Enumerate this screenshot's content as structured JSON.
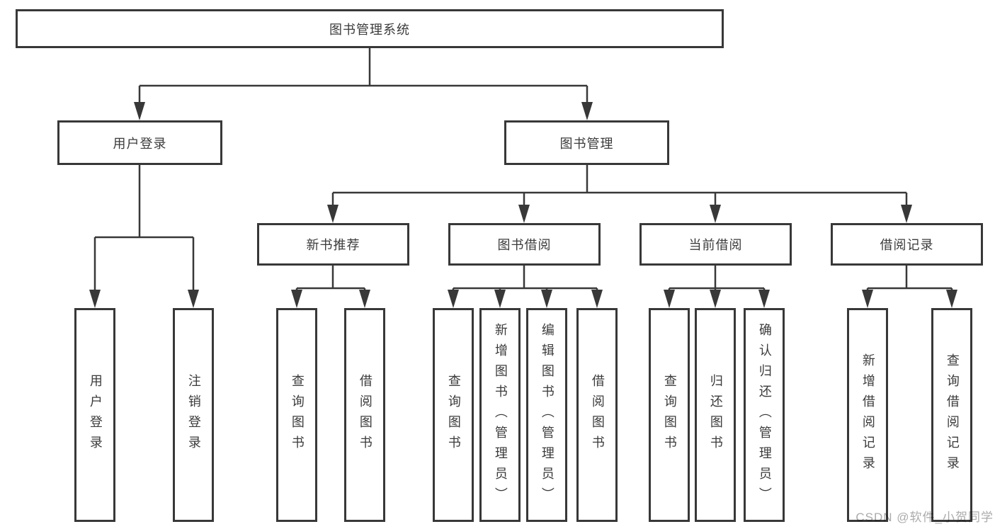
{
  "diagram": {
    "root": {
      "label": "图书管理系统"
    },
    "branches": [
      {
        "label": "用户登录",
        "children": [
          {
            "label": "用户登录"
          },
          {
            "label": "注销登录"
          }
        ]
      },
      {
        "label": "图书管理",
        "children": [
          {
            "label": "新书推荐",
            "children": [
              {
                "label": "查询图书"
              },
              {
                "label": "借阅图书"
              }
            ]
          },
          {
            "label": "图书借阅",
            "children": [
              {
                "label": "查询图书"
              },
              {
                "label": "新增图书（管理员）"
              },
              {
                "label": "编辑图书（管理员）"
              },
              {
                "label": "借阅图书"
              }
            ]
          },
          {
            "label": "当前借阅",
            "children": [
              {
                "label": "查询图书"
              },
              {
                "label": "归还图书"
              },
              {
                "label": "确认归还（管理员）"
              }
            ]
          },
          {
            "label": "借阅记录",
            "children": [
              {
                "label": "新增借阅记录"
              },
              {
                "label": "查询借阅记录"
              }
            ]
          }
        ]
      }
    ]
  },
  "watermark": {
    "text": "CSDN @软件_小贺同学"
  },
  "colors": {
    "line": "#383838",
    "box_border": "#383838",
    "text": "#3b3b3b",
    "watermark": "#ababab",
    "background": "#ffffff"
  }
}
